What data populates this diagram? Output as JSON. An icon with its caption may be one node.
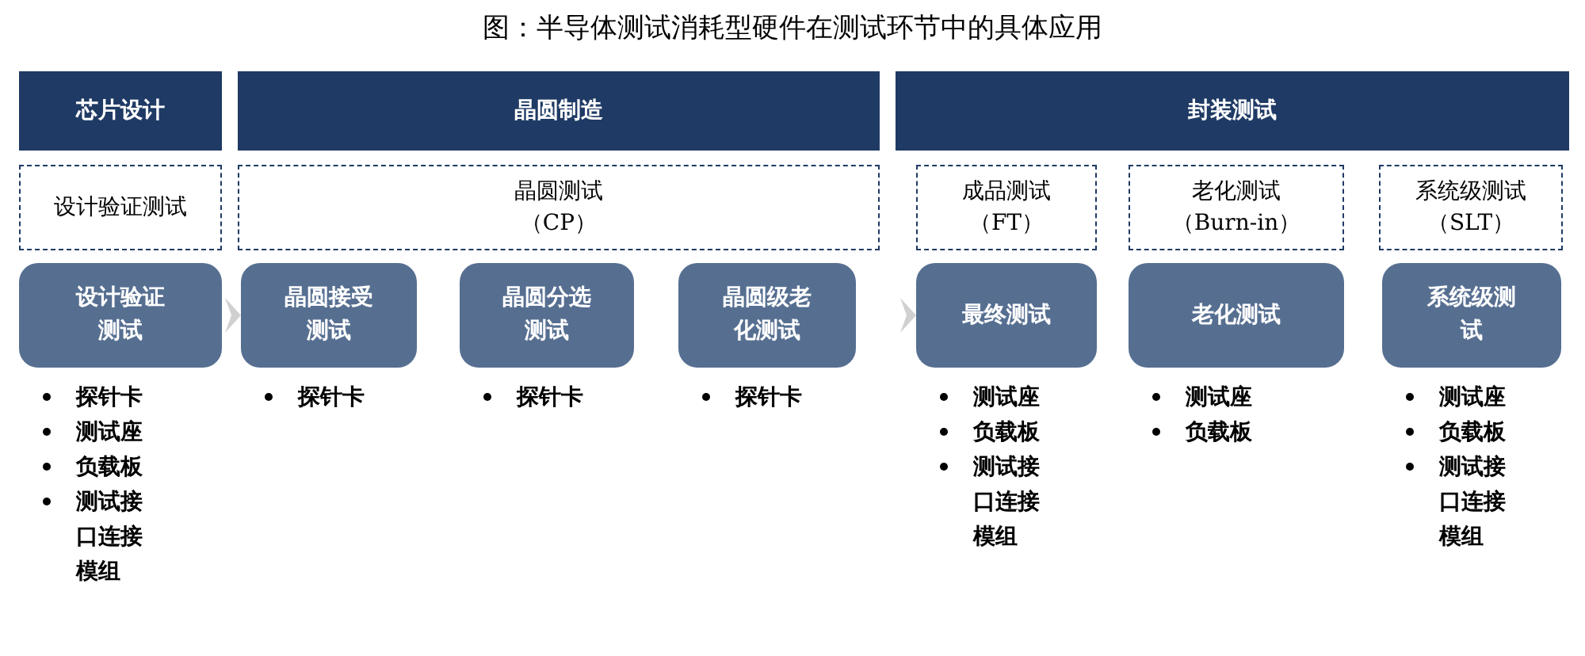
{
  "diagram": {
    "title": "图：半导体测试消耗型硬件在测试环节中的具体应用",
    "nodes": [
      {
        "text": [
          "芯片设计"
        ]
      },
      {
        "text": [
          "晶圆制造"
        ]
      },
      {
        "text": [
          "封装测试"
        ]
      },
      {
        "text": [
          "设计验证测试"
        ]
      },
      {
        "text": [
          "晶圆测试",
          "（CP）"
        ]
      },
      {
        "text": [
          "成品测试",
          "（FT）"
        ]
      },
      {
        "text": [
          "老化测试",
          "（Burn-in）"
        ]
      },
      {
        "text": [
          "系统级测试",
          "（SLT）"
        ]
      },
      {
        "text": [
          "设计验证测试"
        ],
        "beside": [
          "探针卡",
          "测试座",
          "负载板",
          "测试接口连接模组"
        ]
      },
      {
        "text": [
          "晶圆接受测试"
        ],
        "beside": [
          "探针卡"
        ]
      },
      {
        "text": [
          "晶圆分选测试"
        ],
        "beside": [
          "探针卡"
        ]
      },
      {
        "text": [
          "晶圆级老化测试"
        ],
        "beside": [
          "探针卡"
        ]
      },
      {
        "text": [
          "最终测试"
        ],
        "beside": [
          "测试座",
          "负载板",
          "测试接口连接模组"
        ]
      },
      {
        "text": [
          "老化测试"
        ],
        "beside": [
          "测试座",
          "负载板"
        ]
      },
      {
        "text": [
          "系统级测试"
        ],
        "beside": [
          "测试座",
          "负载板",
          "测试接口连接模组"
        ]
      }
    ],
    "edges": [
      {
        "from": 8,
        "to": 9,
        "arrow": "to"
      },
      {
        "from": 11,
        "to": 12,
        "arrow": "to"
      }
    ]
  }
}
